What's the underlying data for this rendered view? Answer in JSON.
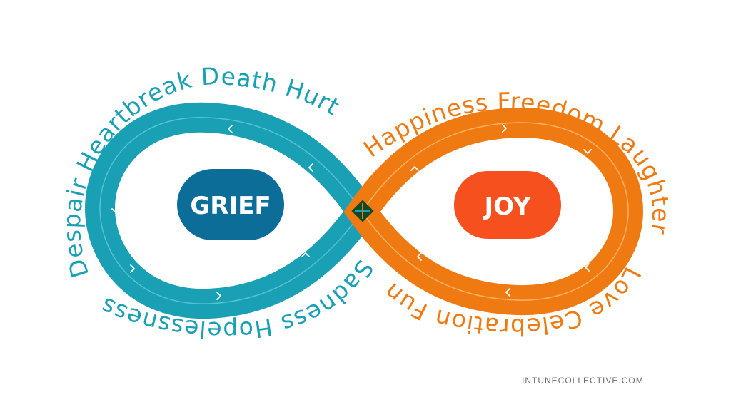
{
  "grief": {
    "label": "GRIEF",
    "words_top": "Despair Heartbreak Death Hurt",
    "words_bottom": "Sadness Hopelessness",
    "loop_color": "#1aa0b4",
    "pill_color": "#0b6d98"
  },
  "joy": {
    "label": "JOY",
    "words_top": "Happiness Freedom Laughter",
    "words_bottom": "Love Celebration Fun",
    "loop_color": "#ef7a12",
    "pill_color": "#f5501e"
  },
  "center_mark_color": "#0f4a25",
  "footer": {
    "text": "INTUNECOLLECTIVE.COM"
  }
}
